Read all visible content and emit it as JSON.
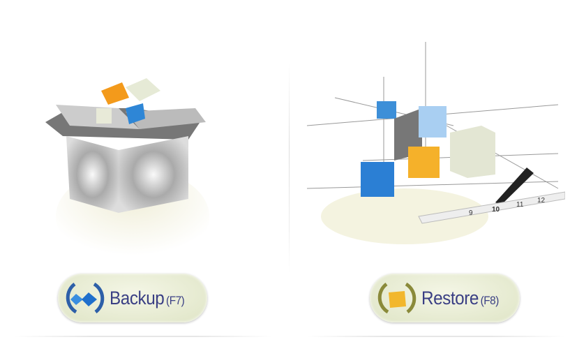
{
  "backup": {
    "label": "Backup",
    "shortcut": "(F7)",
    "icon": "backup-sync-icon"
  },
  "restore": {
    "label": "Restore",
    "shortcut": "(F8)",
    "icon": "restore-sync-icon"
  },
  "illustration": {
    "ruler_labels": [
      "9",
      "10",
      "11",
      "12"
    ]
  },
  "colors": {
    "label": "#3a3f84",
    "button_bg": "#e8ecd4",
    "orange": "#f5a623",
    "blue": "#2b7fd4"
  }
}
